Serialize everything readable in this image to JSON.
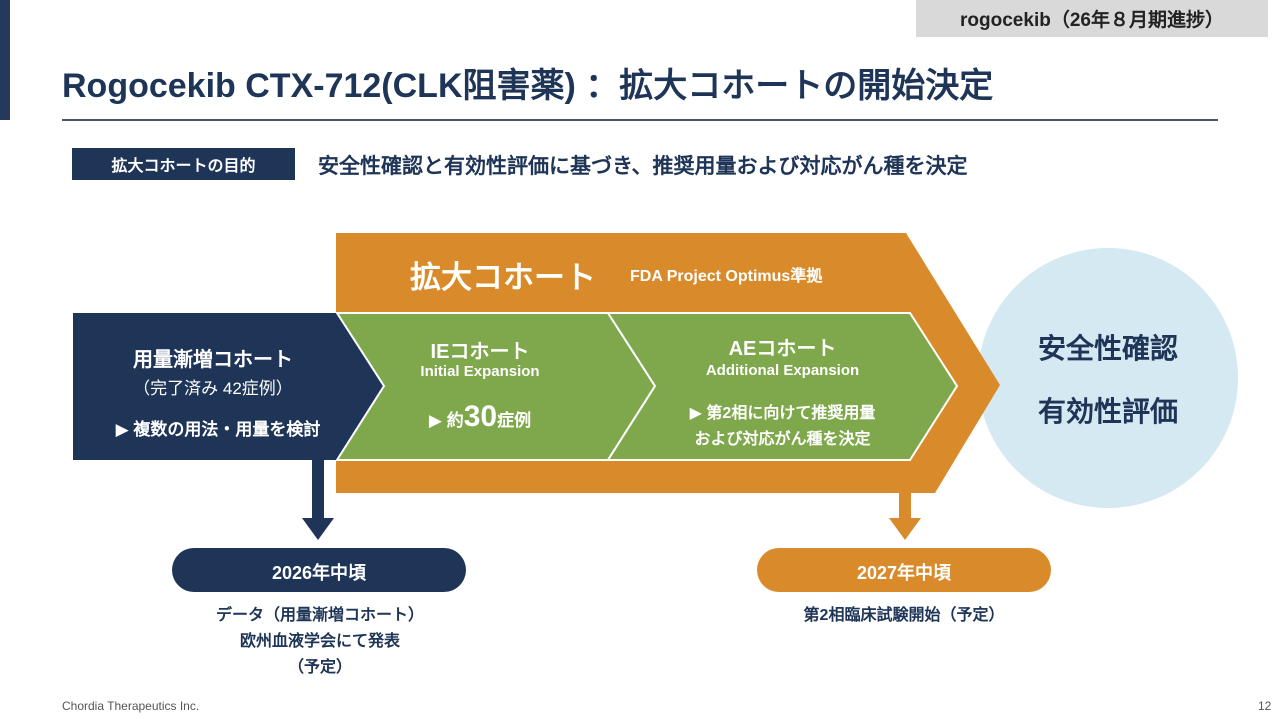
{
  "header": {
    "tag": "rogocekib（26年８月期進捗）",
    "title": "Rogocekib CTX-712(CLK阻害薬) ：拡大コホートの開始決定"
  },
  "purpose": {
    "label": "拡大コホートの目的",
    "text": "安全性確認と有効性評価に基づき、推奨用量および対応がん種を決定"
  },
  "expansion": {
    "title": "拡大コホート",
    "subtitle": "FDA Project Optimus準拠"
  },
  "dose_escalation": {
    "title": "用量漸増コホート",
    "status": "（完了済み 42症例）",
    "detail": "▶ 複数の用法・用量を検討"
  },
  "ie": {
    "title": "IEコホート",
    "subtitle": "Initial Expansion",
    "detail_prefix": "▶ 約",
    "detail_num": "30",
    "detail_suffix": "症例"
  },
  "ae": {
    "title": "AEコホート",
    "subtitle": "Additional Expansion",
    "detail_line1": "▶ 第2相に向けて推奨用量",
    "detail_line2": "および対応がん種を決定"
  },
  "goal": {
    "line1": "安全性確認",
    "line2": "有効性評価"
  },
  "milestones": [
    {
      "date": "2026年中頃",
      "lines": [
        "データ（用量漸増コホート）",
        "欧州血液学会にて発表",
        "（予定）"
      ]
    },
    {
      "date": "2027年中頃",
      "lines": [
        "第2相臨床試験開始（予定）"
      ]
    }
  ],
  "footer": {
    "company": "Chordia Therapeutics Inc.",
    "page": "12"
  },
  "colors": {
    "navy": "#1f3557",
    "orange": "#d98b2b",
    "green": "#7ea84b",
    "light_blue": "#d4e9f1"
  }
}
